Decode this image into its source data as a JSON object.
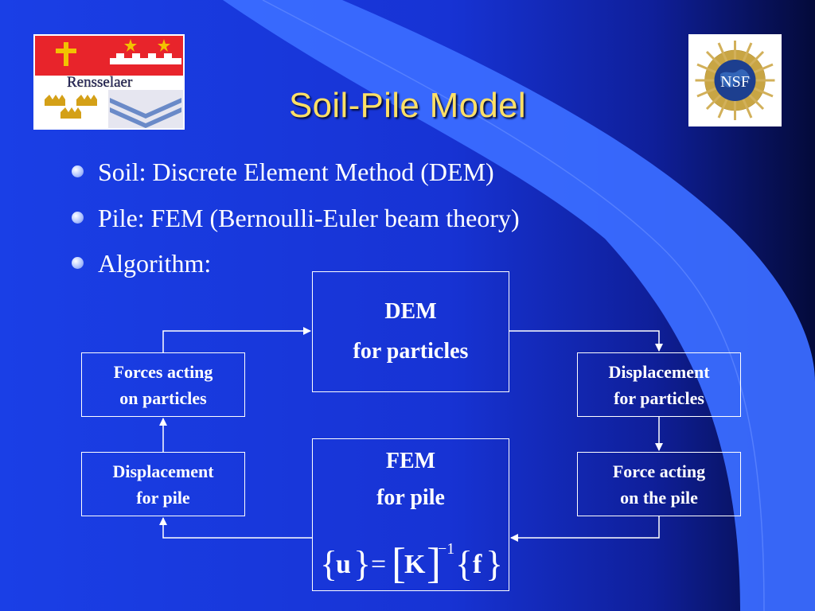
{
  "slide": {
    "title": "Soil-Pile Model",
    "bullets": [
      "Soil: Discrete Element Method (DEM)",
      "Pile: FEM (Bernoulli-Euler beam theory)",
      "Algorithm:"
    ]
  },
  "logos": {
    "left": {
      "text": "Rensselaer"
    },
    "right": {
      "text": "NSF"
    }
  },
  "diagram": {
    "dem_box": {
      "line1": "DEM",
      "line2": "for particles"
    },
    "fem_box": {
      "line1": "FEM",
      "line2": "for pile"
    },
    "forces_box": {
      "line1": "Forces acting",
      "line2": "on particles"
    },
    "disp_particles_box": {
      "line1": "Displacement",
      "line2": "for particles"
    },
    "disp_pile_box": {
      "line1": "Displacement",
      "line2": "for pile"
    },
    "force_pile_box": {
      "line1": "Force acting",
      "line2": "on the pile"
    },
    "equation": {
      "u": "u",
      "equals": "=",
      "K": "K",
      "exponent": "−1",
      "f": "f"
    }
  },
  "colors": {
    "title": "#ffe066",
    "text": "#ffffff",
    "background": "#1a3fe6",
    "swoosh": "#3a6bff"
  }
}
